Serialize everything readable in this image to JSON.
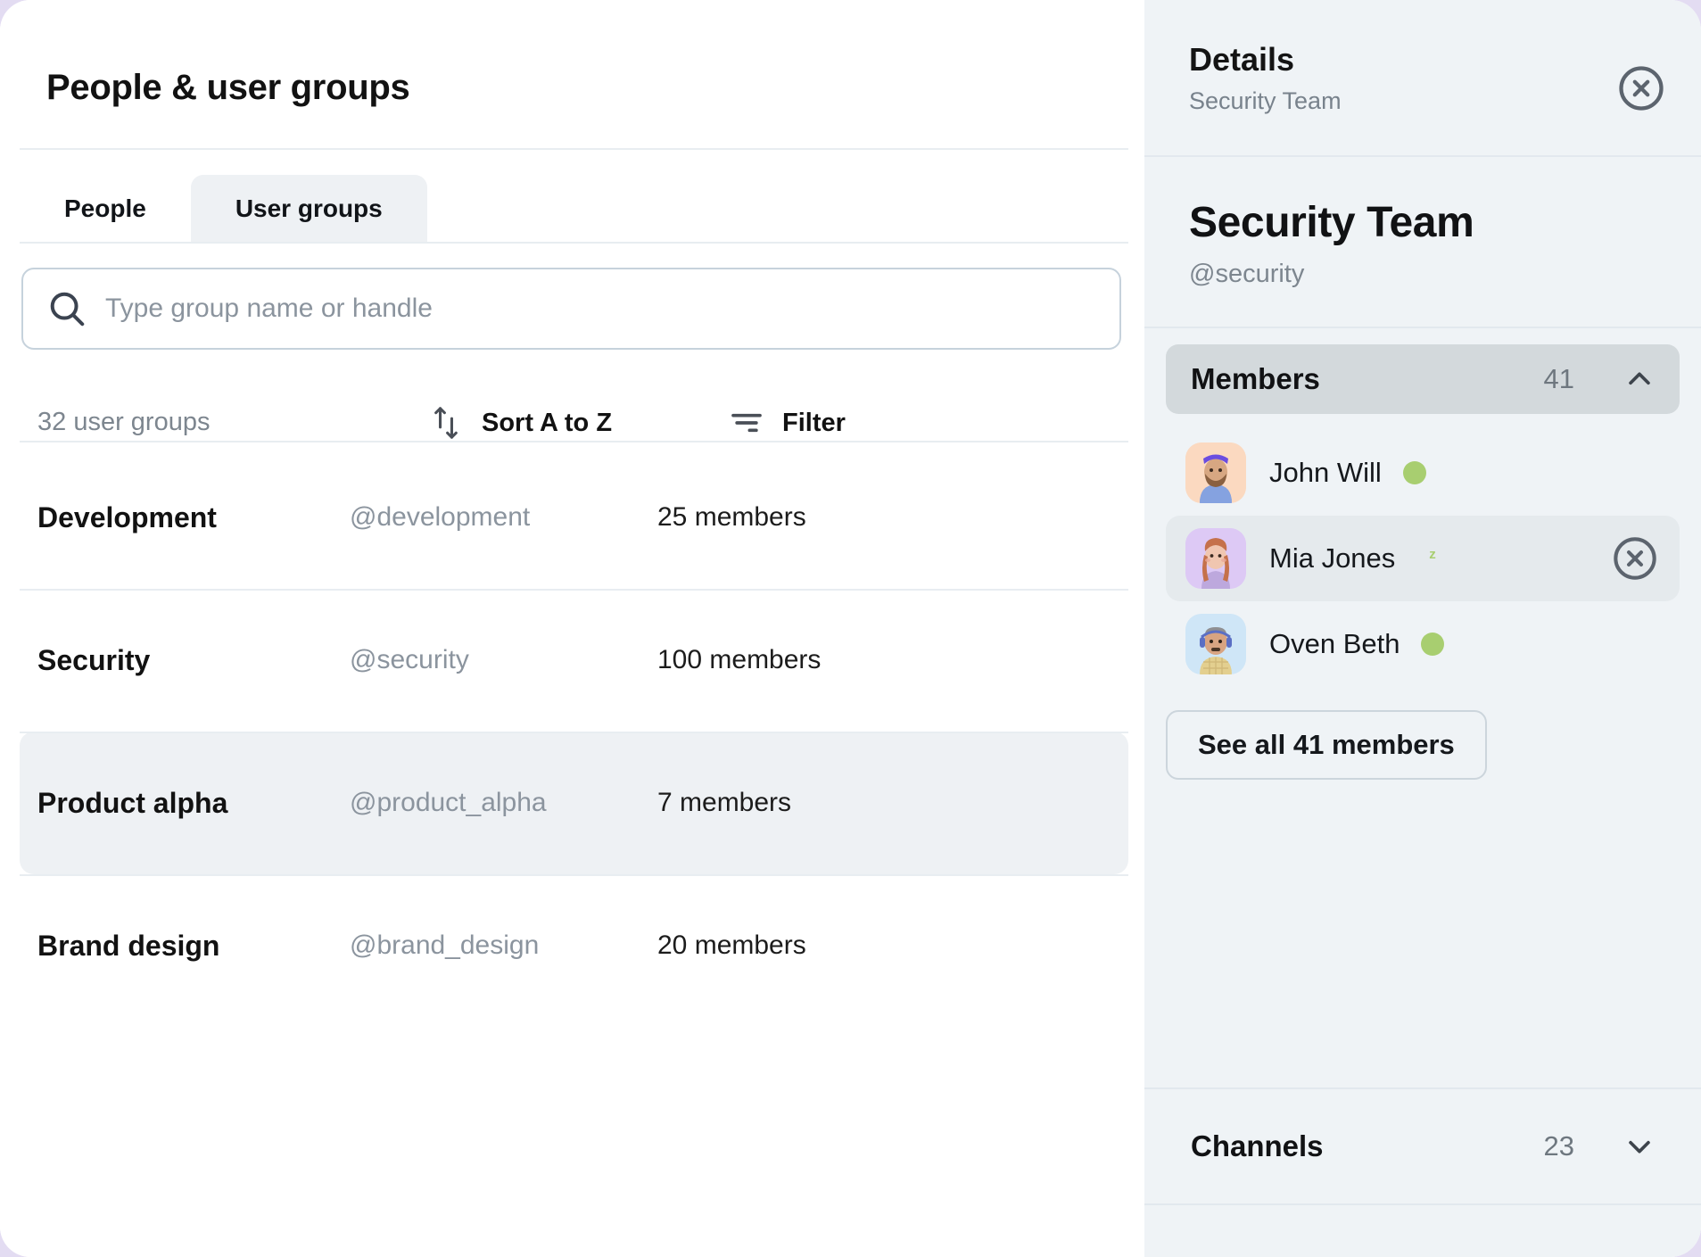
{
  "page": {
    "title": "People & user groups"
  },
  "tabs": [
    {
      "label": "People",
      "active": false
    },
    {
      "label": "User groups",
      "active": true
    }
  ],
  "search": {
    "placeholder": "Type group name or handle",
    "value": "",
    "icon": "search-icon"
  },
  "toolbar": {
    "count_label": "32 user groups",
    "sort_label": "Sort A to Z",
    "filter_label": "Filter"
  },
  "groups": [
    {
      "name": "Development",
      "handle": "@development",
      "members": "25 members",
      "selected": false
    },
    {
      "name": "Security",
      "handle": "@security",
      "members": "100 members",
      "selected": false
    },
    {
      "name": "Product alpha",
      "handle": "@product_alpha",
      "members": "7 members",
      "selected": true
    },
    {
      "name": "Brand design",
      "handle": "@brand_design",
      "members": "20 members",
      "selected": false
    }
  ],
  "details": {
    "header_title": "Details",
    "header_subtitle": "Security Team",
    "close_icon": "close-circle-icon",
    "group_name": "Security Team",
    "group_handle": "@security",
    "members_section": {
      "title": "Members",
      "count": "41",
      "expanded": true,
      "chevron_icon": "chevron-up-icon",
      "people": [
        {
          "name": "John Will",
          "status": "online",
          "avatar_bg": "#fbd9c0",
          "hovered": false,
          "removable": false
        },
        {
          "name": "Mia Jones",
          "status": "away",
          "avatar_bg": "#ddc9f5",
          "hovered": true,
          "removable": true
        },
        {
          "name": "Oven Beth",
          "status": "online",
          "avatar_bg": "#cfe6f7",
          "hovered": false,
          "removable": false
        }
      ],
      "see_all_label": "See all 41 members"
    },
    "channels_section": {
      "title": "Channels",
      "count": "23",
      "expanded": false,
      "chevron_icon": "chevron-down-icon"
    }
  },
  "colors": {
    "page_background": "#e3dcf2",
    "card_background": "#ffffff",
    "panel_background": "#eff3f6",
    "selected_row": "#eef1f4",
    "section_header_open": "#d3d9dc",
    "status_online": "#a8ce70",
    "divider": "#e8edf1"
  }
}
